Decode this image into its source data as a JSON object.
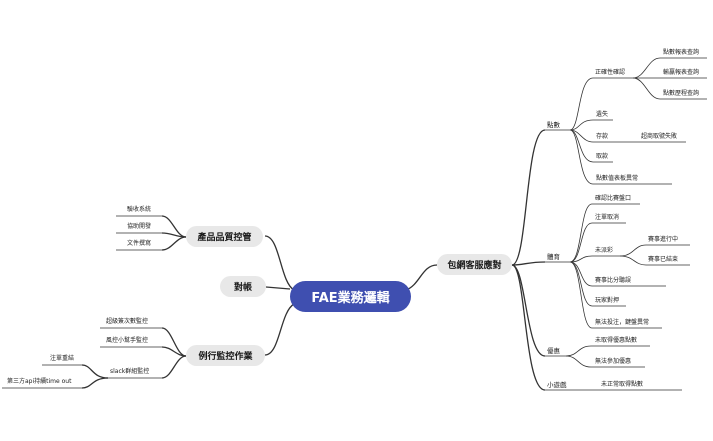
{
  "root": "FAE業務邏輯",
  "right": {
    "label": "包網客服應對",
    "groups": [
      {
        "label": "點數",
        "items": [
          {
            "label": "正確性確認",
            "children": [
              "點數報表查詢",
              "輸贏報表查詢",
              "點數歷程查詢"
            ]
          },
          {
            "label": "遺失",
            "children": []
          },
          {
            "label": "存款",
            "children": [
              "超商取號失敗"
            ]
          },
          {
            "label": "取款",
            "children": []
          },
          {
            "label": "點數值表板異常",
            "children": []
          }
        ]
      },
      {
        "label": "體育",
        "items": [
          {
            "label": "確認比賽盤口",
            "children": []
          },
          {
            "label": "注單取消",
            "children": []
          },
          {
            "label": "未派彩",
            "children": [
              "賽事進行中",
              "賽事已結束"
            ]
          },
          {
            "label": "賽事比分聽誤",
            "children": []
          },
          {
            "label": "玩家對押",
            "children": []
          },
          {
            "label": "無法投注，鍵盤異常",
            "children": []
          }
        ]
      },
      {
        "label": "優惠",
        "items": [
          {
            "label": "未取得優惠點數",
            "children": []
          },
          {
            "label": "無法參加優惠",
            "children": []
          }
        ]
      },
      {
        "label": "小遊戲",
        "items": [
          {
            "label": "未正常取得點數",
            "children": []
          }
        ]
      }
    ]
  },
  "left": [
    {
      "label": "產品品質控管",
      "children": [
        {
          "label": "驗收系統"
        },
        {
          "label": "協助開發"
        },
        {
          "label": "文件撰寫"
        }
      ]
    },
    {
      "label": "對帳",
      "children": []
    },
    {
      "label": "例行監控作業",
      "children": [
        {
          "label": "超級簽次數監控"
        },
        {
          "label": "風控小幫手監控"
        },
        {
          "label": "slack群組監控",
          "children": [
            "注單重結",
            "第三方api持續time out"
          ]
        }
      ]
    }
  ],
  "colors": {
    "root_fill": "#3f4fb0",
    "main_fill": "#e8e8e8",
    "line": "#333333"
  }
}
